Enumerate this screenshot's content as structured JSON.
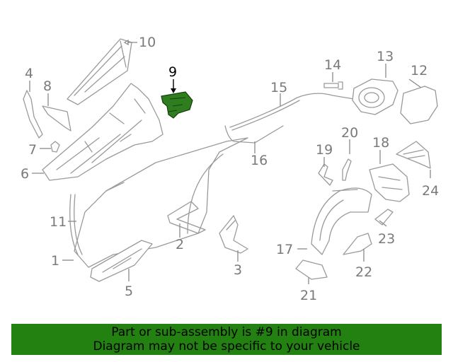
{
  "highlight_color": "#2e7d1e",
  "banner": {
    "color": "#238111",
    "line1": "Part or sub-assembly is #9 in diagram",
    "line2": "Diagram may not be specific to your vehicle"
  },
  "callouts": {
    "c1": "1",
    "c2": "2",
    "c3": "3",
    "c4": "4",
    "c5": "5",
    "c6": "6",
    "c7": "7",
    "c8": "8",
    "c9": "9",
    "c10": "10",
    "c11": "11",
    "c12": "12",
    "c13": "13",
    "c14": "14",
    "c15": "15",
    "c16": "16",
    "c17": "17",
    "c18": "18",
    "c19": "19",
    "c20": "20",
    "c21": "21",
    "c22": "22",
    "c23": "23",
    "c24": "24"
  }
}
